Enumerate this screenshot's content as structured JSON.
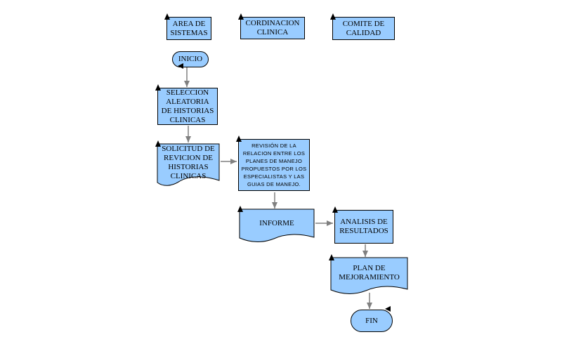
{
  "headers": [
    {
      "label": "AREA DE\nSISTEMAS"
    },
    {
      "label": "CORDINACION\nCLINICA"
    },
    {
      "label": "COMITE DE\nCALIDAD"
    }
  ],
  "flow": {
    "start": {
      "label": "INICIO"
    },
    "step1": {
      "label": "SELECCION\nALEATORIA\nDE HISTORIAS\nCLINICAS"
    },
    "step2": {
      "label": "SOLICITUD DE\nREVICION DE\nHISTORIAS\nCLINICAS"
    },
    "step3": {
      "label": "REVISIÓN DE LA\nRELACION ENTRE LOS\nPLANES DE MANEJO\nPROPUESTOS POR LOS\nESPECIALISTAS Y LAS\nGUIAS DE MANEJO."
    },
    "step4": {
      "label": "INFORME"
    },
    "step5": {
      "label": "ANALISIS DE\nRESULTADOS"
    },
    "step6": {
      "label": "PLAN DE\nMEJORAMIENTO"
    },
    "end": {
      "label": "FIN"
    }
  },
  "colors": {
    "fill": "#99ccff",
    "stroke": "#000000",
    "connector": "#808080"
  }
}
